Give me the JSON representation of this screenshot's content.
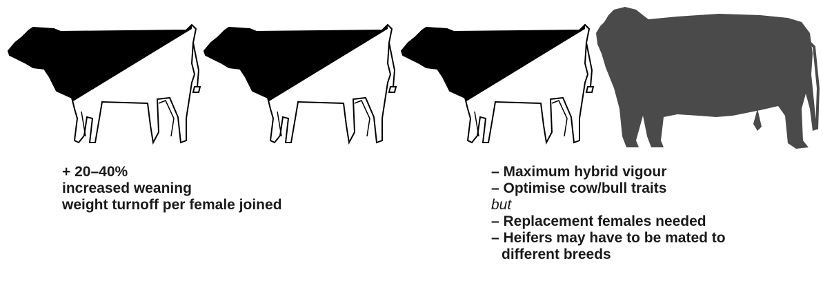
{
  "left_note": {
    "lines": [
      "+ 20–40%",
      "increased weaning",
      "weight turnoff per female joined"
    ]
  },
  "right_note": {
    "pros": [
      "– Maximum hybrid vigour",
      "– Optimise cow/bull traits"
    ],
    "connector": "but",
    "cons": [
      "– Replacement females needed",
      "– Heifers may have to be mated to"
    ],
    "cons_continuation": "different breeds"
  },
  "colors": {
    "cow_dark": "#000000",
    "cow_light": "#ffffff",
    "bull": "#4a4a4a"
  },
  "icons": [
    "crossbred-cow-icon",
    "crossbred-cow-icon",
    "crossbred-cow-icon",
    "bull-icon"
  ]
}
